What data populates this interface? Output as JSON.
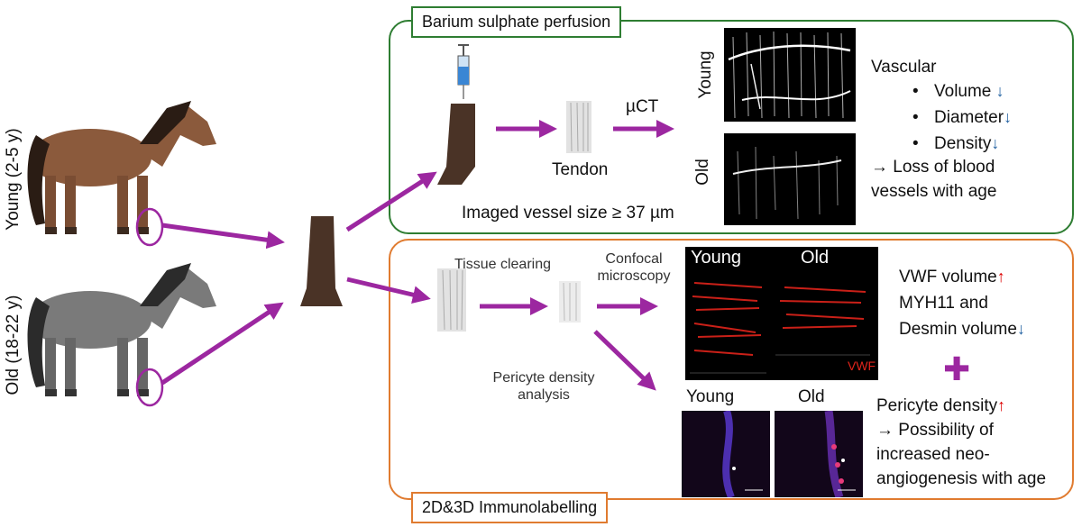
{
  "titles": {
    "barium": "Barium sulphate perfusion",
    "immuno": "2D&3D Immunolabelling"
  },
  "horse_labels": {
    "young": "Young (2-5 y)",
    "old": "Old (18-22 y)"
  },
  "top": {
    "tendon": "Tendon",
    "uct": "µCT",
    "young": "Young",
    "old": "Old",
    "vessel_size": "Imaged vessel size ≥ 37 µm",
    "vascular": "Vascular",
    "bullets": [
      "Volume",
      "Diameter",
      "Density"
    ],
    "down_arrow": "↓",
    "conclusion_1": "→ Loss of blood",
    "conclusion_2": "vessels with age"
  },
  "bottom": {
    "tissue_clearing": "Tissue clearing",
    "confocal_1": "Confocal",
    "confocal_2": "microscopy",
    "pericyte_1": "Pericyte density",
    "pericyte_2": "analysis",
    "conf_young": "Young",
    "conf_old": "Old",
    "vwf_tag": "VWF",
    "if_young": "Young",
    "if_old": "Old",
    "vwf_volume": "VWF volume",
    "myh11": "MYH11 and",
    "desmin": "Desmin volume",
    "plus": "✚",
    "pericyte_density": "Pericyte density",
    "up_arrow": "↑",
    "down_arrow": "↓",
    "poss_1": "→ Possibility of",
    "poss_2": "increased neo-",
    "poss_3": "angiogenesis with age"
  },
  "colors": {
    "arrow": "#9c27a0",
    "green": "#2e7d32",
    "orange": "#e07b30",
    "horse_young": "#8b5a3c",
    "horse_old": "#7a7a7a",
    "hoof": "#4a3326"
  }
}
